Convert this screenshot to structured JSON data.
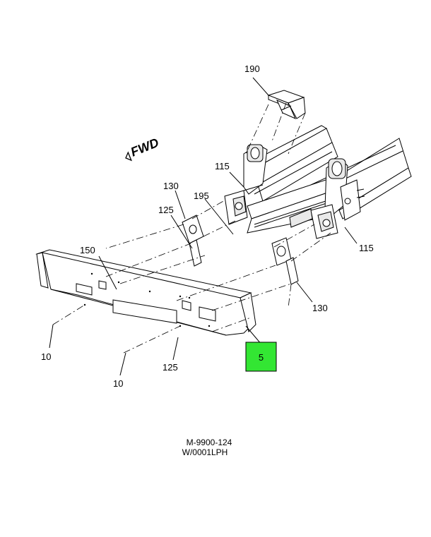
{
  "diagram": {
    "fwd_label": "FWD",
    "callouts": {
      "c190": "190",
      "c115a": "115",
      "c115b": "115",
      "c130a": "130",
      "c130b": "130",
      "c125a": "125",
      "c125b": "125",
      "c195": "195",
      "c150": "150",
      "c10a": "10",
      "c10b": "10",
      "c5": "5"
    },
    "highlight_color": "#33e633",
    "reference": {
      "line1": "M-9900-124",
      "line2": "W/0001LPH"
    }
  }
}
